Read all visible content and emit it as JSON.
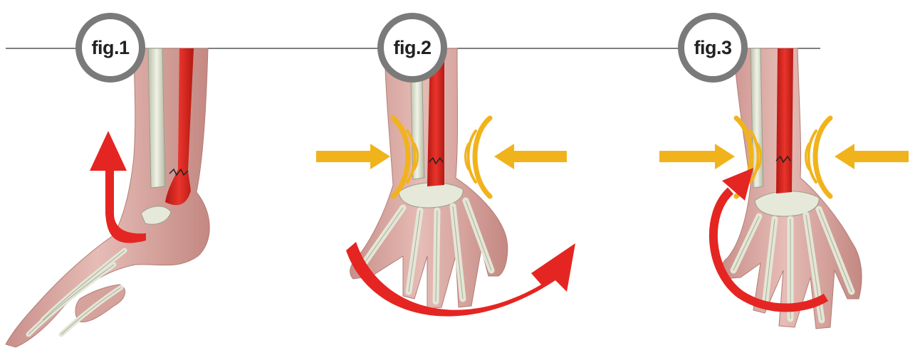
{
  "figures": [
    {
      "label": "fig.1",
      "motion": "wrist-flexion"
    },
    {
      "label": "fig.2",
      "motion": "wrist-ulnar-radial-deviation"
    },
    {
      "label": "fig.3",
      "motion": "wrist-circumduction"
    }
  ],
  "colors": {
    "rule_line": "#333333",
    "badge_ring": "#7a7a7a",
    "badge_fill": "#ffffff",
    "skin": "#d9a8a2",
    "bone": "#e3e6d6",
    "bone_shadow": "#a8ad98",
    "tendon_red": "#d7231e",
    "motion_arrow": "#e52521",
    "compression_arrow": "#f1b31c",
    "fracture_line": "#222222"
  }
}
